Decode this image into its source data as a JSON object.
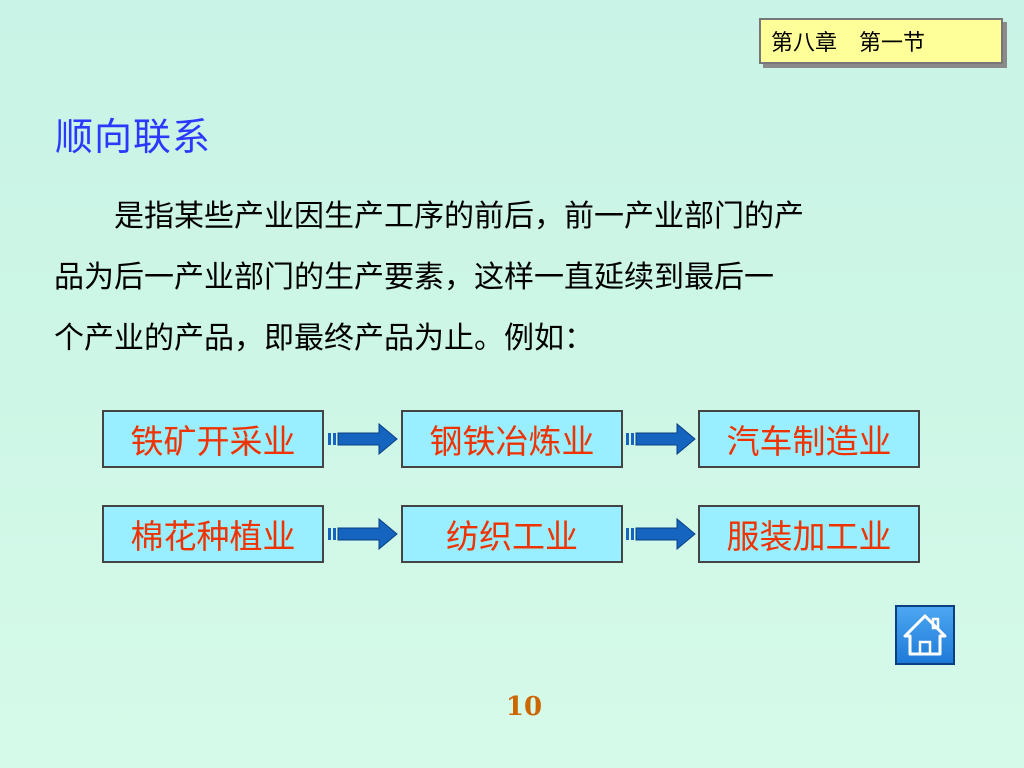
{
  "header": {
    "chapter_label": "第八章　第一节"
  },
  "title": "顺向联系",
  "paragraph": {
    "lines": [
      "是指某些产业因生产工序的前后，前一产业部门的产",
      "品为后一产业部门的生产要素，这样一直延续到最后一",
      "个产业的产品，即最终产品为止。例如："
    ]
  },
  "flows": [
    {
      "boxes": [
        "铁矿开采业",
        "钢铁冶炼业",
        "汽车制造业"
      ]
    },
    {
      "boxes": [
        "棉花种植业",
        "纺织工业",
        "服装加工业"
      ]
    }
  ],
  "navigation": {
    "home_icon": "home-icon"
  },
  "page_number": "10",
  "colors": {
    "title": "#2b39ff",
    "box_fill": "#99eeff",
    "box_text": "#ee3300",
    "arrow": "#1565c0",
    "chapter_tag": "#ffff99",
    "page_number": "#cc6600"
  }
}
